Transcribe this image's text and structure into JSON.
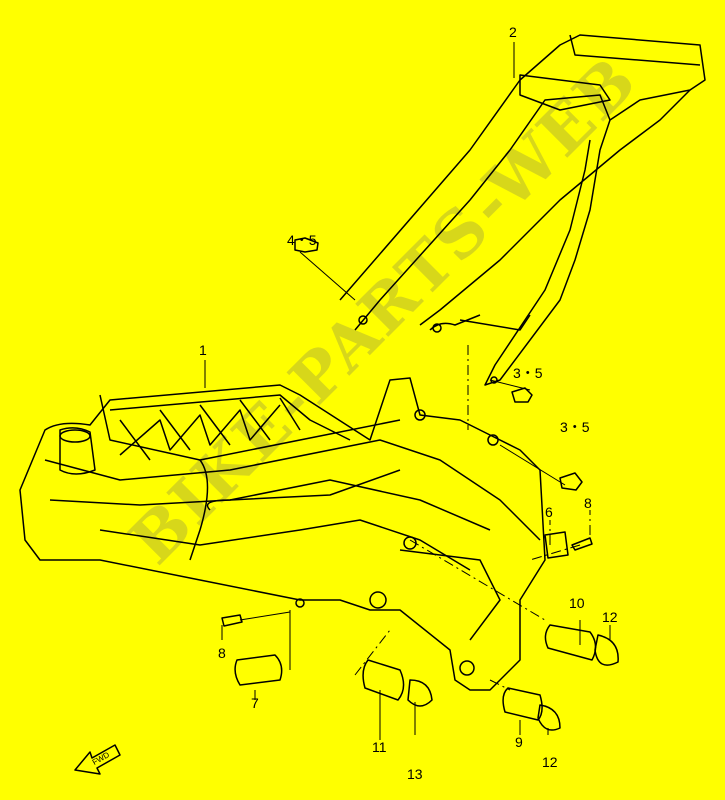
{
  "diagram": {
    "title": "Frame parts diagram",
    "background_color": "#ffff00",
    "line_color": "#000000",
    "watermark": "BIKE-PARTS-WEB",
    "fwd_label": "FWD",
    "callouts": [
      "1",
      "2",
      "4・5",
      "3・5",
      "3・5",
      "6",
      "8",
      "8",
      "7",
      "10",
      "12",
      "11",
      "9",
      "12",
      "13"
    ]
  }
}
